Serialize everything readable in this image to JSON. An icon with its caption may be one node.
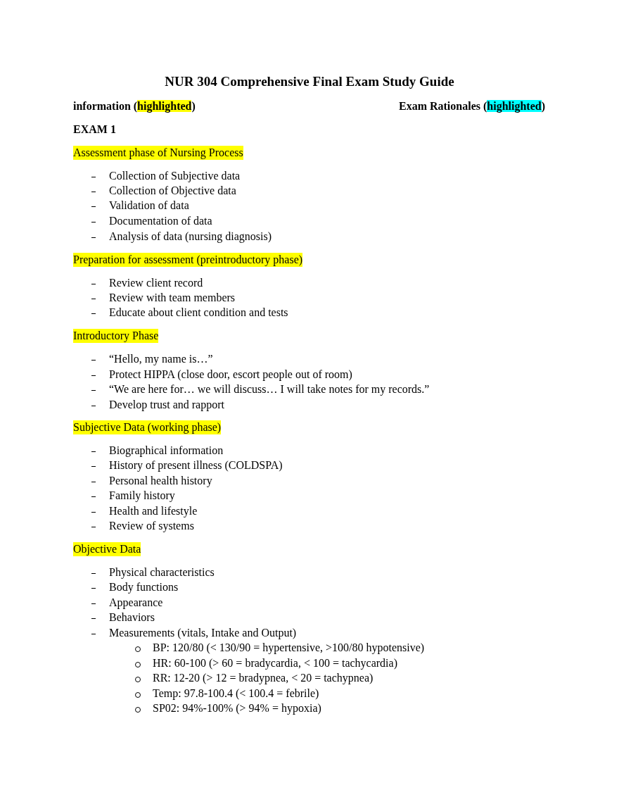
{
  "diagram": {
    "title": "NUR 304 Comprehensive Final Exam Study Guide",
    "labels": [
      "information (**highlighted**)",
      "Exam Rationales (**highlighted**)",
      "EXAM 1",
      "Assessment phase of Nursing Process",
      "Collection of Subjective data",
      "Collection of Objective data",
      "Validation of data",
      "Documentation of data",
      "Analysis of data (nursing diagnosis)",
      "Preparation for assessment (preintroductory phase)",
      "Review client record",
      "Review with team members",
      "Educate about client condition and tests",
      "Introductory Phase",
      "“Hello, my name is…”",
      "Protect HIPPA (close door, escort people out of room)",
      "“We are here for… we will discuss… I will take notes for my records.”",
      "Develop trust and rapport",
      "Subjective Data (working phase)",
      "Biographical information",
      "History of present illness (COLDSPA)",
      "Personal health history",
      "Family history",
      "Health and lifestyle",
      "Review of systems",
      "Objective Data",
      "Physical characteristics",
      "Body functions",
      "Appearance",
      "Behaviors",
      "Measurements (vitals, Intake and Output)",
      "BP: 120/80 (< 130/90 = hypertensive, >100/80 hypotensive)",
      "HR: 60-100 (> 60 = bradycardia, < 100 = tachycardia)",
      "RR: 12-20 (> 12 = bradypnea, < 20 = tachypnea)",
      "Temp: 97.8-100.4 (< 100.4 = febrile)",
      "SP02: 94%-100% (> 94% = hypoxia)"
    ]
  }
}
